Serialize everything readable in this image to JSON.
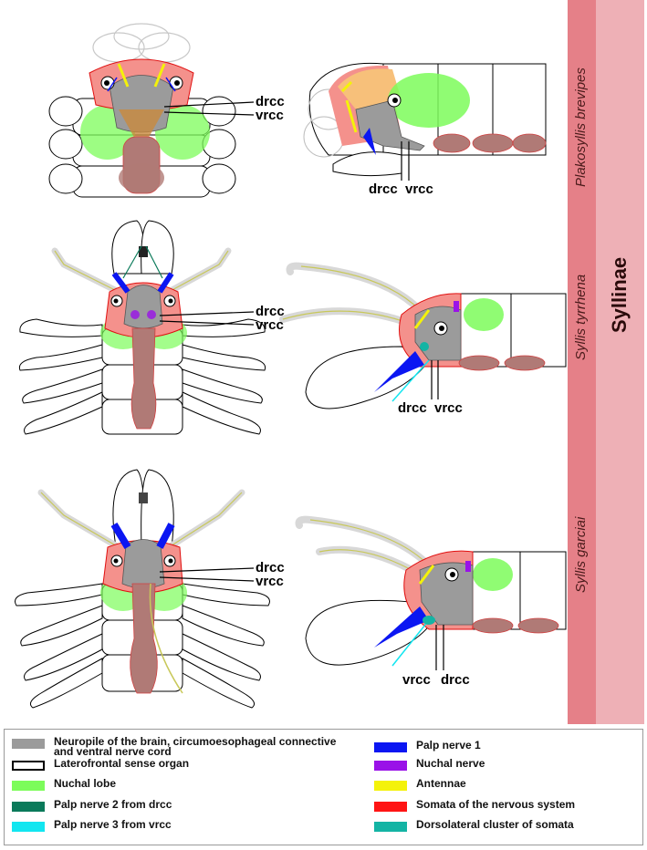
{
  "labels": {
    "group": "Syllinae",
    "rows": [
      "Plakosyllis brevipes",
      "Syllis tyrrhena",
      "Syllis garciai"
    ],
    "drcc": "drcc",
    "vrcc": "vrcc"
  },
  "legend": {
    "left": [
      {
        "label": "Neuropile of the brain, circumoesophageal connective and ventral nerve cord",
        "color": "#9b9b9b",
        "outline": false
      },
      {
        "label": "Laterofrontal sense organ",
        "color": "#ffffff",
        "outline": true
      },
      {
        "label": "Nuchal lobe",
        "color": "#7cfc5a",
        "outline": false
      },
      {
        "label": "Palp nerve 2 from drcc",
        "color": "#0a7a5a",
        "outline": false
      },
      {
        "label": "Palp nerve 3 from vrcc",
        "color": "#12e6f0",
        "outline": false
      }
    ],
    "right": [
      {
        "label": "Palp nerve 1",
        "color": "#0b16f2",
        "outline": false
      },
      {
        "label": "Nuchal nerve",
        "color": "#9a12e8",
        "outline": false
      },
      {
        "label": "Antennae",
        "color": "#f4f20a",
        "outline": false
      },
      {
        "label": "Somata of the nervous system",
        "color": "#ff1414",
        "outline": false
      },
      {
        "label": "Dorsolateral cluster of somata",
        "color": "#14b4a4",
        "outline": false
      }
    ]
  },
  "colors": {
    "stripe_dark": "#e58088",
    "stripe_light": "#eeb0b6",
    "somata_fill": "#f4918c",
    "cord_fill": "#b07a76",
    "neuropile": "#9b9b9b",
    "orange_head": "#f7c07a",
    "brown_lobe": "#c98a3d"
  }
}
